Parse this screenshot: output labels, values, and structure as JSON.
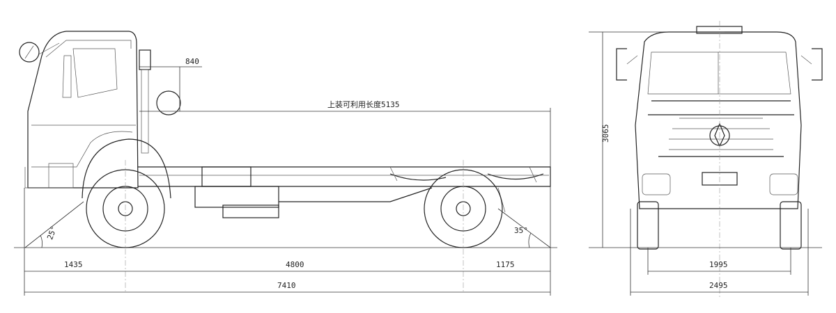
{
  "side_view": {
    "dim_840": "840",
    "dim_body_length": "上装可利用长度5135",
    "dim_front_overhang": "1435",
    "dim_wheelbase": "4800",
    "dim_rear_overhang": "1175",
    "dim_total_length": "7410",
    "approach_angle": "25°",
    "departure_angle": "35°"
  },
  "front_view": {
    "dim_height": "3065",
    "dim_track": "1995",
    "dim_width": "2495"
  }
}
